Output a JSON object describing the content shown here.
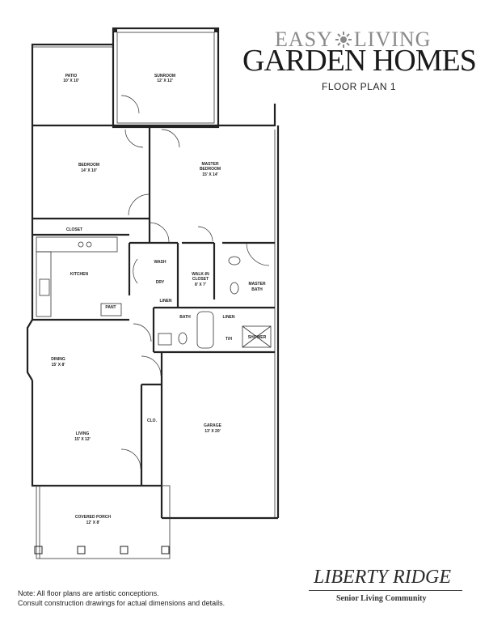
{
  "brand": {
    "line1_left": "EASY",
    "line1_right": "LIVING",
    "line2": "GARDEN HOMES",
    "subtitle": "FLOOR PLAN 1"
  },
  "logo": {
    "name": "LIBERTY RIDGE",
    "tagline": "Senior Living Community"
  },
  "note": {
    "line1": "Note: All floor plans are artistic conceptions.",
    "line2": "Consult construction drawings for actual dimensions and details."
  },
  "rooms": {
    "patio": {
      "name": "PATIO",
      "size": "10' X 10'"
    },
    "sunroom": {
      "name": "SUNROOM",
      "size": "12' X 12'"
    },
    "bedroom": {
      "name": "BEDROOM",
      "size": "14' X 10'"
    },
    "master_bedroom": {
      "name1": "MASTER",
      "name2": "BEDROOM",
      "size": "15' X 14'"
    },
    "closet": {
      "name": "CLOSET"
    },
    "kitchen": {
      "name": "KITCHEN"
    },
    "wash": {
      "name": "WASH"
    },
    "dry": {
      "name": "DRY"
    },
    "walkin_closet": {
      "name1": "WALK-IN",
      "name2": "CLOSET",
      "size": "8' X 7'"
    },
    "master_bath": {
      "name1": "MASTER",
      "name2": "BATH"
    },
    "pantry": {
      "name": "PANT"
    },
    "linen1": {
      "name": "LINEN"
    },
    "bath": {
      "name": "BATH"
    },
    "linen2": {
      "name": "LINEN"
    },
    "shower": {
      "name": "SHOWER"
    },
    "toilet": {
      "name": "T/H"
    },
    "dining": {
      "name": "DINING",
      "size": "15' X 8'"
    },
    "living": {
      "name": "LIVING",
      "size": "15' X 12'"
    },
    "clo": {
      "name": "CLO."
    },
    "garage": {
      "name": "GARAGE",
      "size": "13' X 20'"
    },
    "covered_porch": {
      "name": "COVERED PORCH",
      "size": "12' X 8'"
    }
  }
}
